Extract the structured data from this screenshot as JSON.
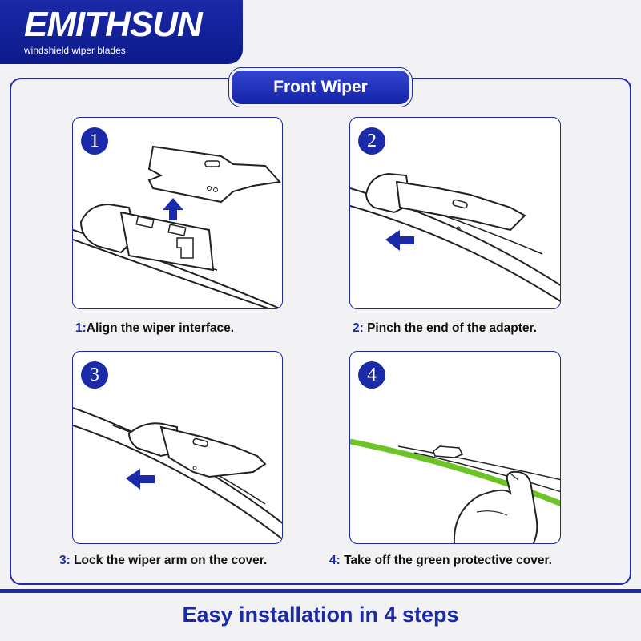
{
  "brand": {
    "name": "EMITHSUN",
    "tagline": "windshield wiper blades",
    "color": "#1a2aa8"
  },
  "section_title": "Front Wiper",
  "steps": [
    {
      "badge": "1",
      "num": "1",
      "sep": ":",
      "text": "Align the wiper interface."
    },
    {
      "badge": "2",
      "num": "2",
      "sep": ": ",
      "text": "Pinch the end of the adapter."
    },
    {
      "badge": "3",
      "num": "3",
      "sep": ": ",
      "text": "Lock the wiper arm on the cover."
    },
    {
      "badge": "4",
      "num": "4",
      "sep": ": ",
      "text": "Take off the green protective cover."
    }
  ],
  "footer": "Easy installation in 4 steps",
  "colors": {
    "accent": "#1a2aa8",
    "protective_cover": "#6cc427",
    "arrow": "#1a2aa8"
  }
}
